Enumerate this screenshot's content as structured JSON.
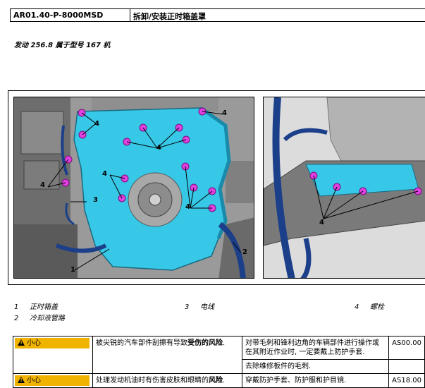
{
  "header": {
    "code": "AR01.40-P-8000MSD",
    "title": "拆卸/安装正时箱盖罩"
  },
  "subtitle": "发动 256.8 属于型号 167 机",
  "callouts": {
    "c1": "1",
    "c2": "2",
    "c3": "3",
    "c4": "4"
  },
  "legend": [
    {
      "num": "1",
      "text": "正时箱盖"
    },
    {
      "num": "2",
      "text": "冷却液管路"
    },
    {
      "num": "3",
      "text": "电线"
    },
    {
      "num": "4",
      "text": "螺栓"
    }
  ],
  "warnings": [
    {
      "label": "小心",
      "risk_pre": "被尖锐的汽车部件刮擦有导致",
      "risk_bold": "受伤的风险",
      "risk_post": ".",
      "action": "对带毛刺和锋利边角的车辆部件进行操作或在其附近作业时, 一定要戴上防护手套.",
      "action2": "去除维修板件的毛刺.",
      "ref": "AS00.00"
    },
    {
      "label": "小心",
      "risk_pre": "处理发动机油时有伤害皮肤和眼睛的",
      "risk_bold": "风险",
      "risk_post": ".",
      "action": "穿戴防护手套、防护服和护目镜.",
      "ref": "AS18.00"
    }
  ],
  "colors": {
    "cover": "#37c8e8",
    "bolt": "#e040e0",
    "caution": "#f0b400"
  }
}
